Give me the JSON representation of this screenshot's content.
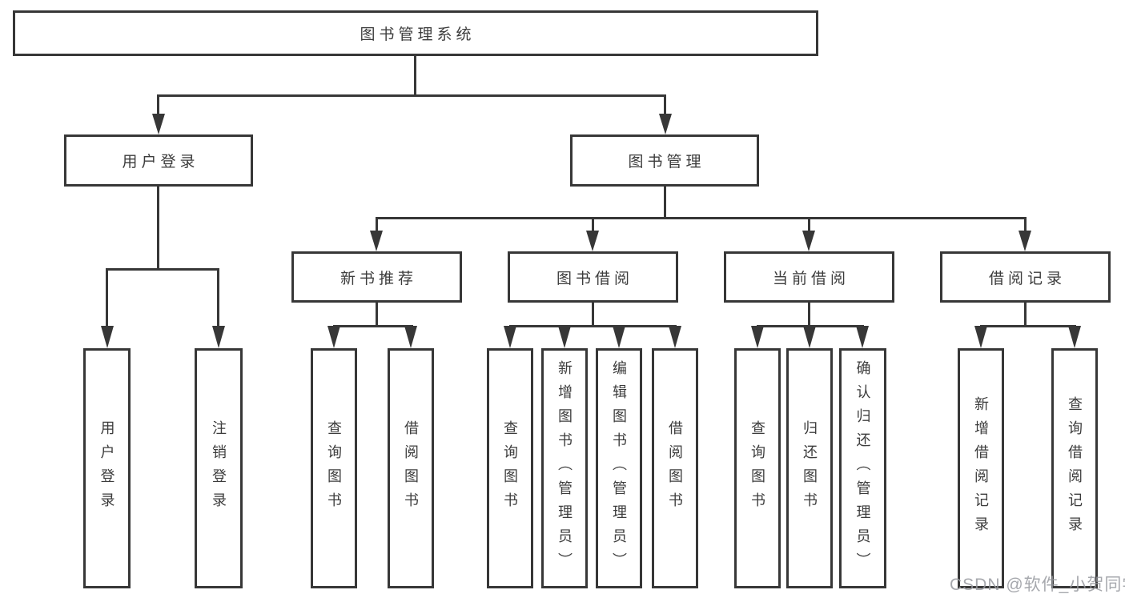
{
  "title": {
    "label": "图书管理系统"
  },
  "branches": {
    "user_login": {
      "label": "用户登录",
      "children": [
        "用户登录",
        "注销登录"
      ]
    },
    "book_mgmt": {
      "label": "图书管理",
      "sections": [
        {
          "label": "新书推荐",
          "children": [
            "查询图书",
            "借阅图书"
          ]
        },
        {
          "label": "图书借阅",
          "children": [
            "查询图书",
            "新增图书（管理员）",
            "编辑图书（管理员）",
            "借阅图书"
          ]
        },
        {
          "label": "当前借阅",
          "children": [
            "查询图书",
            "归还图书",
            "确认归还（管理员）"
          ]
        },
        {
          "label": "借阅记录",
          "children": [
            "新增借阅记录",
            "查询借阅记录"
          ]
        }
      ]
    }
  },
  "watermark": {
    "text": "CSDN @软件_小贺同学"
  },
  "colors": {
    "line": "#373737",
    "box_border": "#373737",
    "text": "#3c3c3c",
    "background": "#ffffff",
    "watermark": "#96999f"
  }
}
